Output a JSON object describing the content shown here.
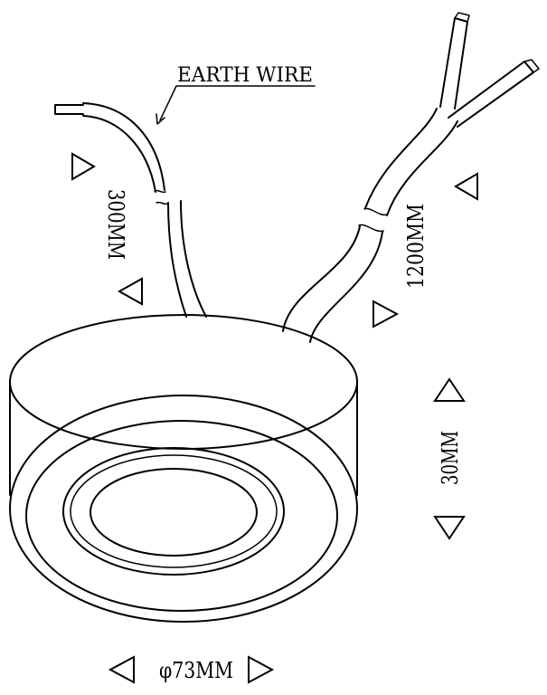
{
  "labels": {
    "earth_wire": "EARTH WIRE",
    "earth_length": "300MM",
    "cable_length": "1200MM",
    "height": "30MM",
    "diameter": "φ73MM"
  }
}
